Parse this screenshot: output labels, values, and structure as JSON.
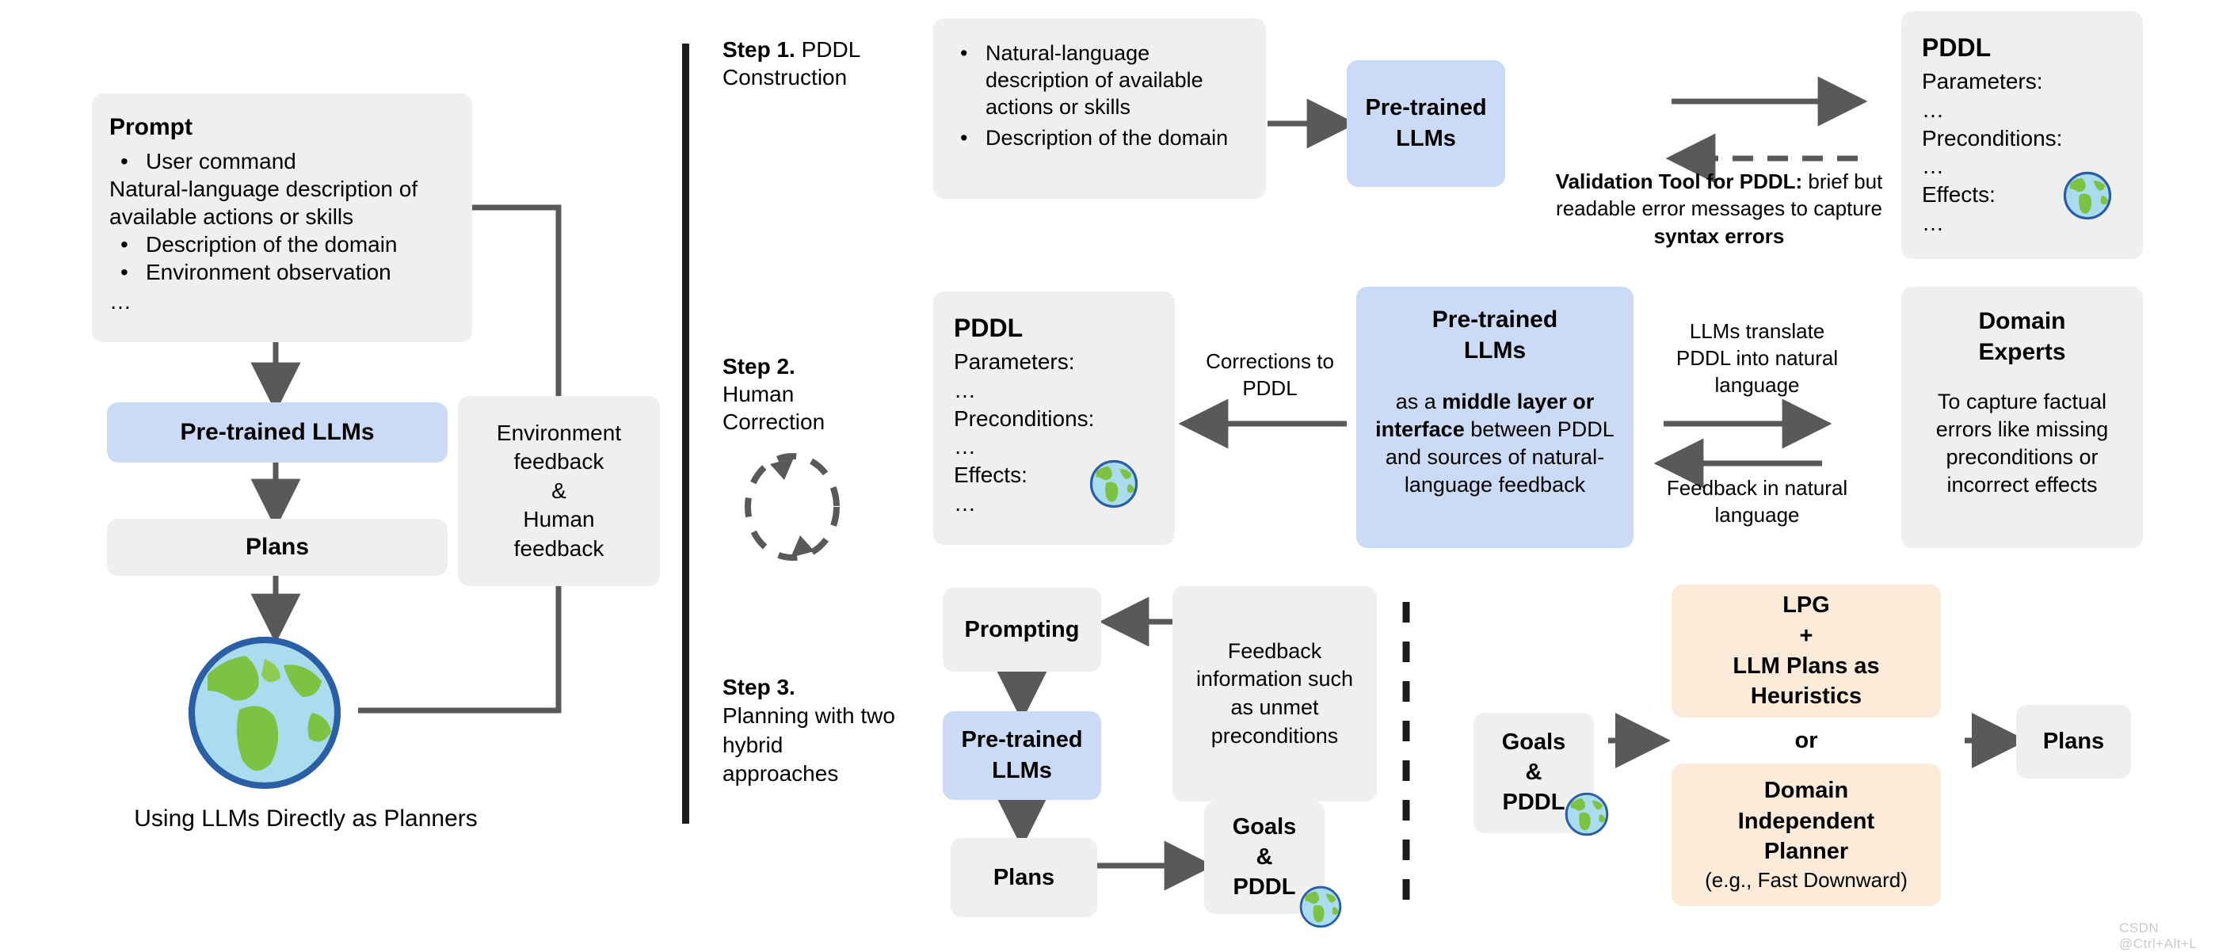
{
  "colors": {
    "box_gray": "#efefef",
    "box_blue": "#ccdbf5",
    "box_orange": "#fcebd8",
    "arrow_gray": "#595959",
    "divider": "#1c1c1c",
    "watermark": "#c9c9c9"
  },
  "left_panel": {
    "prompt_box": {
      "title": "Prompt",
      "bullets": [
        "User command",
        "Description of the domain",
        "Environment observation"
      ],
      "line_after_first_bullet": "Natural-language description of available actions or skills",
      "ellipsis": "…"
    },
    "llm_box": "Pre-trained LLMs",
    "plans_box": "Plans",
    "feedback_box": "Environment feedback\n&\nHuman feedback",
    "feedback_lines": [
      "Environment",
      "feedback",
      "&",
      "Human",
      "feedback"
    ],
    "globe_icon": "globe-icon",
    "caption": "Using LLMs Directly as Planners"
  },
  "steps": {
    "step1": {
      "label_bold": "Step 1.",
      "label_rest": " PDDL Construction",
      "input_box_bullets": [
        "Natural-language description of available actions or skills",
        "Description of the domain"
      ],
      "llm_box_lines": [
        "Pre-trained",
        "LLMs"
      ],
      "validation_note_parts": {
        "bold1": "Validation Tool for PDDL:",
        "normal": " brief but readable error messages to capture ",
        "bold2": "syntax errors"
      },
      "pddl_box": {
        "title": "PDDL",
        "lines": [
          "Parameters:",
          "…",
          "Preconditions:",
          "…",
          "Effects:",
          "…"
        ],
        "globe_icon": "globe-icon"
      }
    },
    "step2": {
      "label_bold": "Step 2.",
      "label_rest": "Human Correction",
      "pddl_box": {
        "title": "PDDL",
        "lines": [
          "Parameters:",
          "…",
          "Preconditions:",
          "…",
          "Effects:",
          "…"
        ],
        "globe_icon": "globe-icon"
      },
      "corrections_label": "Corrections to PDDL",
      "llm_box": {
        "title_lines": [
          "Pre-trained",
          "LLMs"
        ],
        "body_parts": {
          "p1": "as a ",
          "b1": "middle layer or interface",
          "p2": " between PDDL and sources of natural-language feedback"
        }
      },
      "translate_label": "LLMs translate PDDL into natural language",
      "feedback_label": "Feedback in natural language",
      "experts_box": {
        "title_lines": [
          "Domain",
          "Experts"
        ],
        "body": "To capture factual errors like missing preconditions or incorrect effects"
      },
      "loop_icon": "dashed-circular-arrow-icon"
    },
    "step3": {
      "label_bold": "Step 3.",
      "label_rest": "Planning with two hybrid approaches",
      "prompting_box": "Prompting",
      "llm_box_lines": [
        "Pre-trained",
        "LLMs"
      ],
      "plans_box": "Plans",
      "feedback_box": "Feedback information such as unmet preconditions",
      "goals_pddl_box_lines": [
        "Goals",
        "&",
        "PDDL"
      ],
      "goals_pddl_box2_lines": [
        "Goals",
        "&",
        "PDDL"
      ],
      "globe_icon": "globe-icon",
      "lpg_box_lines": [
        "LPG",
        "+",
        "LLM Plans as",
        "Heuristics"
      ],
      "or_label": "or",
      "planner_box": {
        "title_lines": [
          "Domain",
          "Independent",
          "Planner"
        ],
        "subtitle": "(e.g., Fast Downward)"
      },
      "final_plans_box": "Plans"
    }
  },
  "watermark": "CSDN @Ctrl+Alt+L"
}
